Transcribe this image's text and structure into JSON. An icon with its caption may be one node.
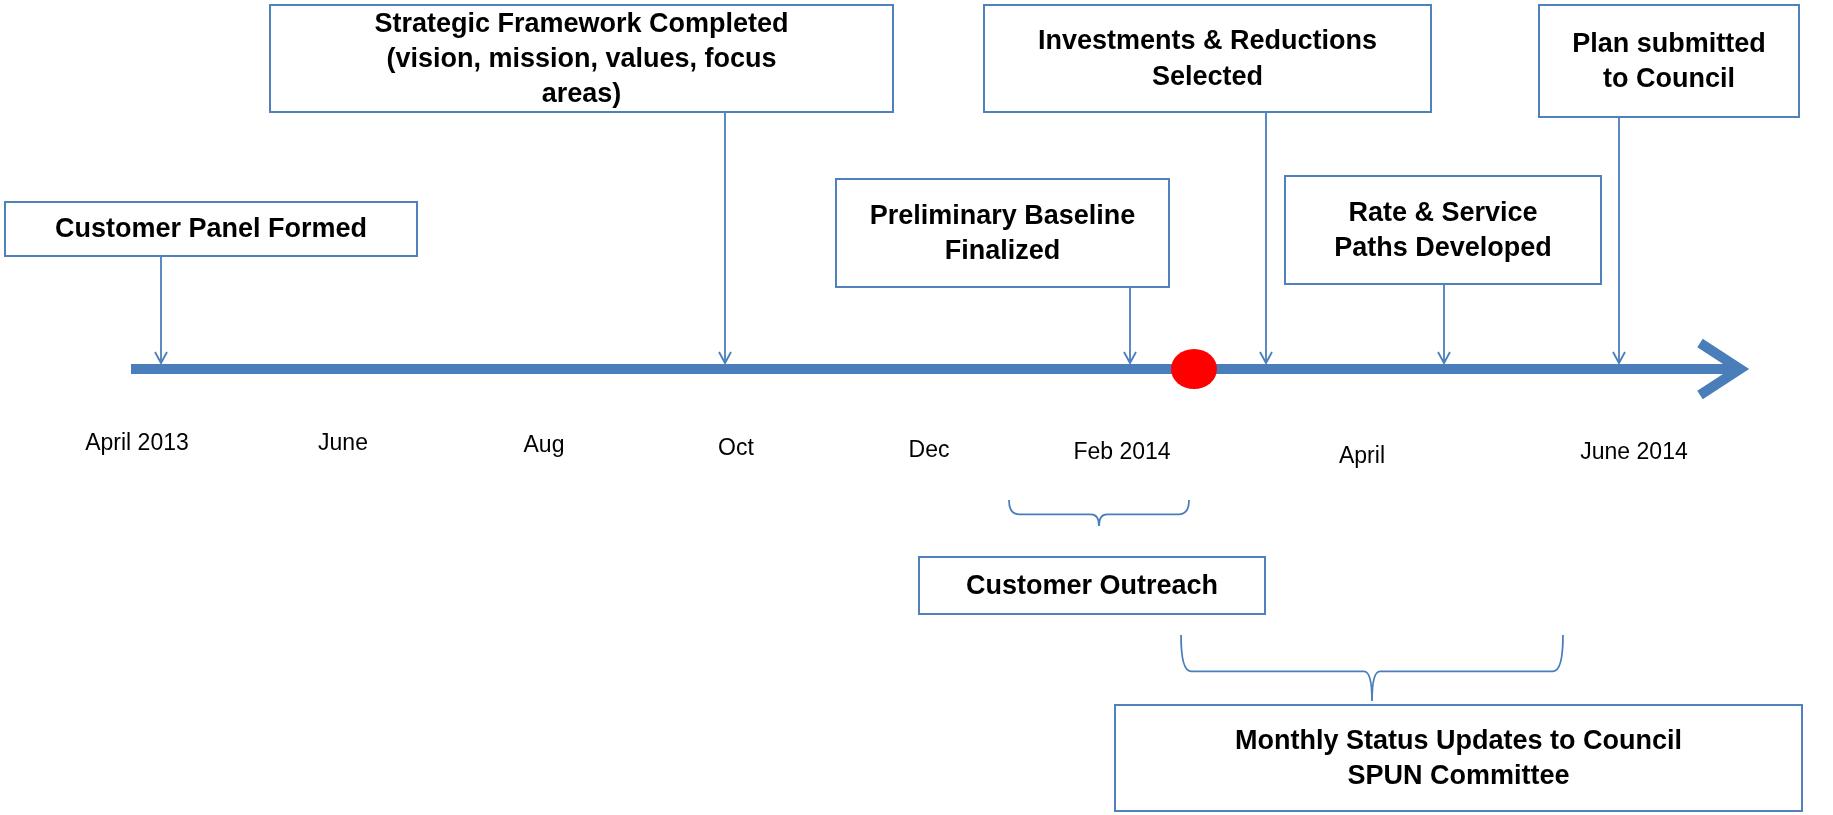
{
  "diagram": {
    "nodes": [
      {
        "text": [
          "Customer Panel Formed"
        ]
      },
      {
        "text": [
          "Strategic Framework Completed (vision, mission, values, focus areas)"
        ]
      },
      {
        "text": [
          "Preliminary Baseline Finalized"
        ]
      },
      {
        "text": [
          "Investments & Reductions Selected"
        ]
      },
      {
        "text": [
          "Rate & Service Paths Developed"
        ]
      },
      {
        "text": [
          "Plan submitted to Council"
        ]
      },
      {
        "text": [
          "Customer Outreach"
        ]
      },
      {
        "text": [
          "Monthly Status Updates to Council SPUN Committee"
        ]
      }
    ],
    "edges": [
      {
        "from": 0,
        "to": null,
        "arrow": "to"
      },
      {
        "from": 1,
        "to": null,
        "arrow": "to"
      },
      {
        "from": 2,
        "to": null,
        "arrow": "to"
      },
      {
        "from": 3,
        "to": null,
        "arrow": "to"
      },
      {
        "from": 4,
        "to": null,
        "arrow": "to"
      },
      {
        "from": 5,
        "to": null,
        "arrow": "to"
      }
    ],
    "labels": [
      "April 2013",
      "June",
      "Aug",
      "Oct",
      "Dec",
      "Feb 2014",
      "April",
      "June 2014"
    ]
  }
}
